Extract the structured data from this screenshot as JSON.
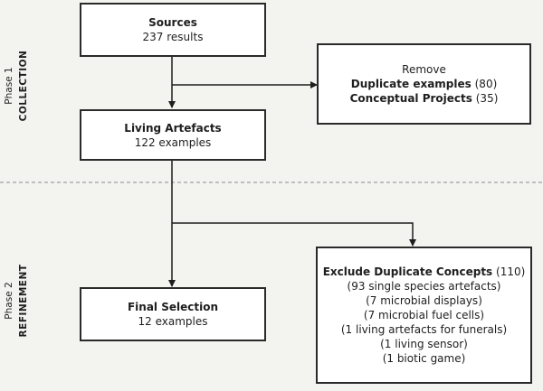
{
  "phase1": {
    "label": "Phase 1",
    "name": "COLLECTION"
  },
  "phase2": {
    "label": "Phase 2",
    "name": "REFINEMENT"
  },
  "sources": {
    "title": "Sources",
    "count": "237 results"
  },
  "remove": {
    "heading": "Remove",
    "line1_bold": "Duplicate examples",
    "line1_count": "(80)",
    "line2_bold": "Conceptual Projects",
    "line2_count": "(35)"
  },
  "living": {
    "title": "Living Artefacts",
    "count": "122 examples"
  },
  "exclude": {
    "title_bold": "Exclude Duplicate Concepts",
    "title_count": "(110)",
    "items": [
      "(93 single species artefacts)",
      "(7 microbial displays)",
      "(7 microbial fuel cells)",
      "(1 living artefacts for funerals)",
      "(1 living sensor)",
      "(1 biotic game)"
    ]
  },
  "final": {
    "title": "Final Selection",
    "count": "12 examples"
  }
}
